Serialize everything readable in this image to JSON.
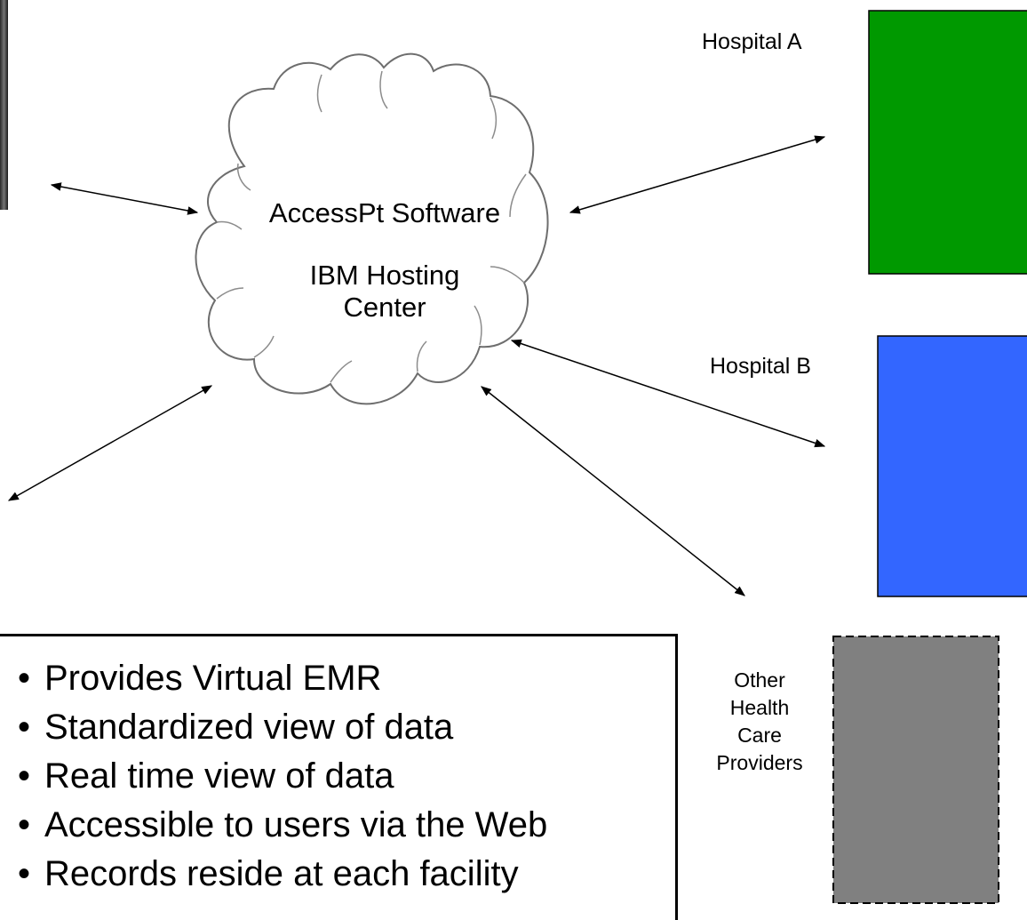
{
  "cloud": {
    "line1": "AccessPt Software",
    "line2": "IBM Hosting",
    "line3": "Center"
  },
  "hospitals": [
    {
      "label": "Hospital A",
      "color": "#009900"
    },
    {
      "label": "Hospital B",
      "color": "#3366ff"
    }
  ],
  "other": {
    "lines": [
      "Other",
      "Health",
      "Care",
      "Providers"
    ],
    "color": "#808080"
  },
  "bullets": [
    "Provides Virtual EMR",
    "Standardized view of data",
    "Real time view of data",
    "Accessible to users via the Web",
    "Records reside at each facility"
  ],
  "bullet_char": "•"
}
